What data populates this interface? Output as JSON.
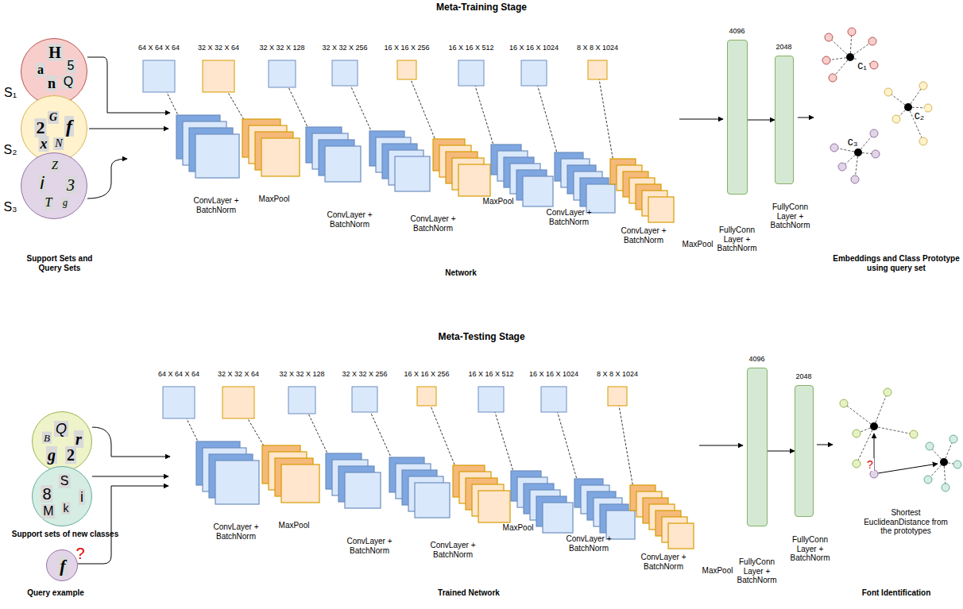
{
  "diagram": {
    "title": "Meta-Training Stage",
    "nodes": [
      {
        "text": [
          "H",
          "a",
          "5",
          "n",
          "Q",
          "S₁"
        ]
      },
      {
        "text": [
          "2",
          "G",
          "f",
          "x",
          "N",
          "S₂"
        ]
      },
      {
        "text": [
          "Z",
          "i",
          "3",
          "T",
          "g",
          "S₃"
        ]
      },
      {
        "text": [
          "4096",
          "FullyConn Layer + BatchNorm"
        ]
      },
      {
        "text": [
          "2048",
          "FullyConn Layer + BatchNorm"
        ]
      },
      {
        "text": [
          "B",
          "Q",
          "r",
          "g",
          "2"
        ]
      },
      {
        "text": [
          "8",
          "S",
          "i",
          "M",
          "k"
        ]
      },
      {
        "text": [
          "f",
          "?"
        ]
      },
      {
        "text": [
          "4096",
          "FullyConn Layer + BatchNorm"
        ]
      },
      {
        "text": [
          "2048",
          "FullyConn Layer + BatchNorm"
        ]
      }
    ],
    "edges": [
      {
        "from": 3,
        "to": 4,
        "arrow": "to"
      },
      {
        "from": 8,
        "to": 9,
        "arrow": "to"
      }
    ],
    "labels": [
      "64 X 64 X 64",
      "32 X 32 X 64",
      "32 X 32 X 128",
      "32 X 32 X 256",
      "16 X 16 X 256",
      "16 X 16 X 512",
      "16 X 16 X 1024",
      "8 X 8 X 1024",
      "ConvLayer + BatchNorm",
      "MaxPool",
      "ConvLayer + BatchNorm",
      "ConvLayer + BatchNorm",
      "MaxPool",
      "ConvLayer + BatchNorm",
      "ConvLayer + BatchNorm",
      "MaxPool",
      "c₁",
      "c₂",
      "c₃",
      "Support Sets and Query Sets",
      "Network",
      "Embeddings and Class Prototype using query set",
      "Meta-Testing Stage",
      "64 X 64 X 64",
      "32 X 32 X 64",
      "32 X 32 X 128",
      "32 X 32 X 256",
      "16 X 16 X 256",
      "16 X 16 X 512",
      "16 X 16 X 1024",
      "8 X 8 X 1024",
      "ConvLayer + BatchNorm",
      "MaxPool",
      "ConvLayer + BatchNorm",
      "ConvLayer + BatchNorm",
      "MaxPool",
      "ConvLayer + BatchNorm",
      "ConvLayer + BatchNorm",
      "MaxPool",
      "?",
      "Shortest EuclideanDistance from the prototypes",
      "Support sets of new classes",
      "Query example",
      "Trained Network",
      "Font Identification"
    ]
  }
}
